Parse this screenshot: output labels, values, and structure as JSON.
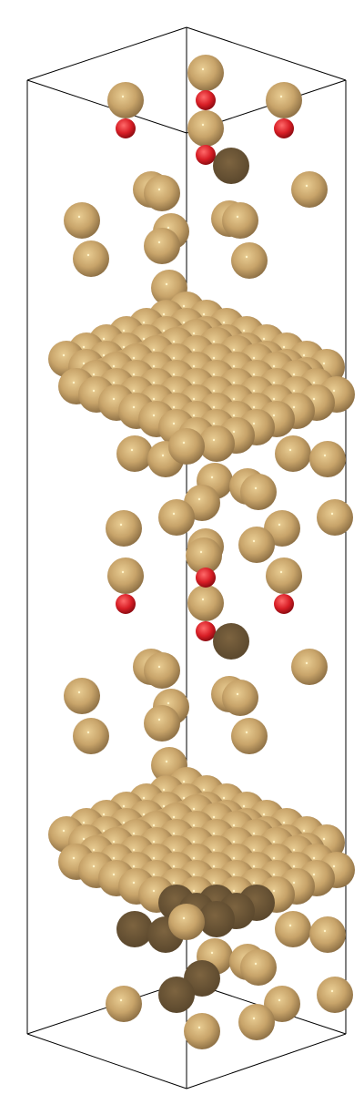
{
  "scene": {
    "background_color": "#ffffff",
    "cell_edge_color": "#000000",
    "elements": [
      {
        "name": "metal",
        "color": "#c8a46a",
        "shade_color": "#6b5536"
      },
      {
        "name": "oxygen",
        "color": "#e0222a",
        "shade_color": "#7a0a10"
      }
    ],
    "slab_layers": [
      {
        "rows": 7,
        "cols": 8,
        "layers": 2
      },
      {
        "rows": 7,
        "cols": 8,
        "layers": 2
      }
    ]
  }
}
